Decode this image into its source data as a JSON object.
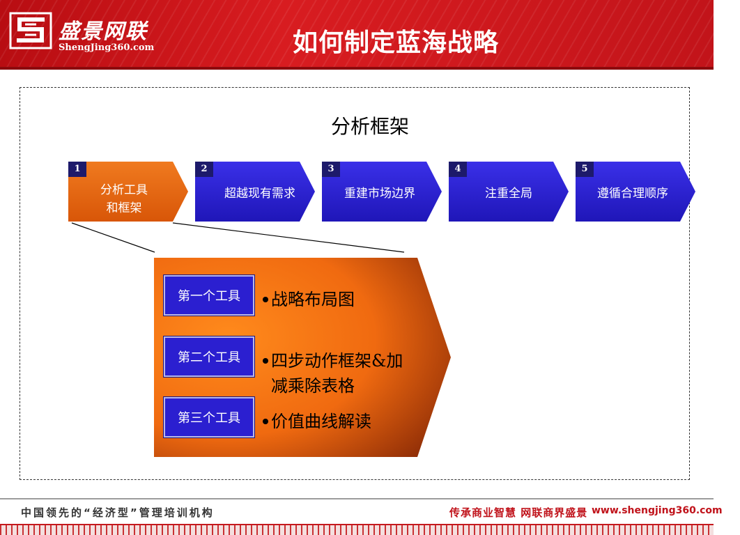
{
  "header": {
    "logo_cn": "盛景网联",
    "logo_en": "ShengJing360.com",
    "title": "如何制定蓝海战略",
    "colors": {
      "header_red": "#c8161c",
      "accent_red": "#c0121a"
    }
  },
  "frame": {
    "section_title": "分析框架"
  },
  "steps": [
    {
      "num": "1",
      "label_line1": "分析工具",
      "label_line2": "和框架",
      "color": "#e3630f",
      "active": true
    },
    {
      "num": "2",
      "label_line1": "超越现有需求",
      "label_line2": "",
      "color": "#2a1fd8",
      "active": false
    },
    {
      "num": "3",
      "label_line1": "重建市场边界",
      "label_line2": "",
      "color": "#2a1fd8",
      "active": false
    },
    {
      "num": "4",
      "label_line1": "注重全局",
      "label_line2": "",
      "color": "#2a1fd8",
      "active": false
    },
    {
      "num": "5",
      "label_line1": "遵循合理顺序",
      "label_line2": "",
      "color": "#2a1fd8",
      "active": false
    }
  ],
  "tools": [
    {
      "button": "第一个工具",
      "line1": "战略布局图",
      "line2": ""
    },
    {
      "button": "第二个工具",
      "line1": "四步动作框架&加",
      "line2": "减乘除表格"
    },
    {
      "button": "第三个工具",
      "line1": "价值曲线解读",
      "line2": ""
    }
  ],
  "footer": {
    "left_text": "中国领先的“经济型”管理培训机构",
    "slogan": "传承商业智慧  网联商界盛景",
    "url": "www.shengjing360.com"
  }
}
